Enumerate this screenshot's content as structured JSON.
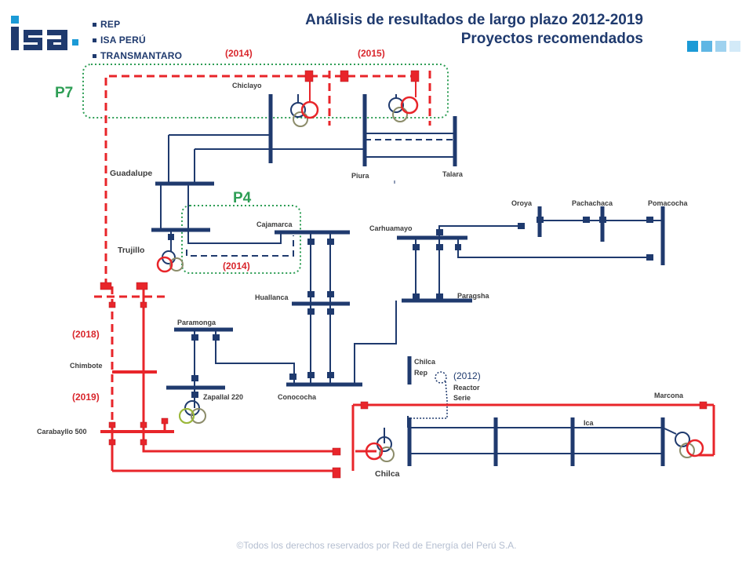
{
  "header": {
    "brand_items": [
      "REP",
      "ISA PERÚ",
      "TRANSMANTARO"
    ],
    "logo_text": "isa",
    "title_line1": "Análisis de resultados de largo plazo 2012-2019",
    "title_line2": "Proyectos recomendados"
  },
  "colors": {
    "navy": "#1f3a6e",
    "red": "#e8252a",
    "green": "#2e9e55",
    "logo_blue": "#1b9ad6",
    "gray_label": "#3c3c3c",
    "red_label": "#d9262c"
  },
  "projects": {
    "p7_label": "P7",
    "p4_label": "P4"
  },
  "years": {
    "y2014_top": "(2014)",
    "y2015": "(2015)",
    "y2014_mid": "(2014)",
    "y2018": "(2018)",
    "y2019": "(2019)",
    "y2012": "(2012)"
  },
  "substations": {
    "chiclayo": "Chiclayo",
    "piura": "Piura",
    "talara": "Talara",
    "guadalupe": "Guadalupe",
    "trujillo": "Trujillo",
    "cajamarca": "Cajamarca",
    "carhuamayo": "Carhuamayo",
    "oroya": "Oroya",
    "pachachaca": "Pachachaca",
    "pomacocha": "Pomacocha",
    "huallanca": "Huallanca",
    "paragsha": "Paragsha",
    "paramonga": "Paramonga",
    "chimbote": "Chimbote",
    "chilca_rep": "Chilca\nRep",
    "reactor_serie": "Reactor\nSerie",
    "zapallal": "Zapallal 220",
    "conococha": "Conococha",
    "marcona": "Marcona",
    "carabayllo": "Carabayllo 500",
    "ica": "Ica",
    "chilca": "Chilca"
  },
  "footer": {
    "copyright": "©Todos los derechos reservados por Red de Energía del Perú S.A."
  }
}
